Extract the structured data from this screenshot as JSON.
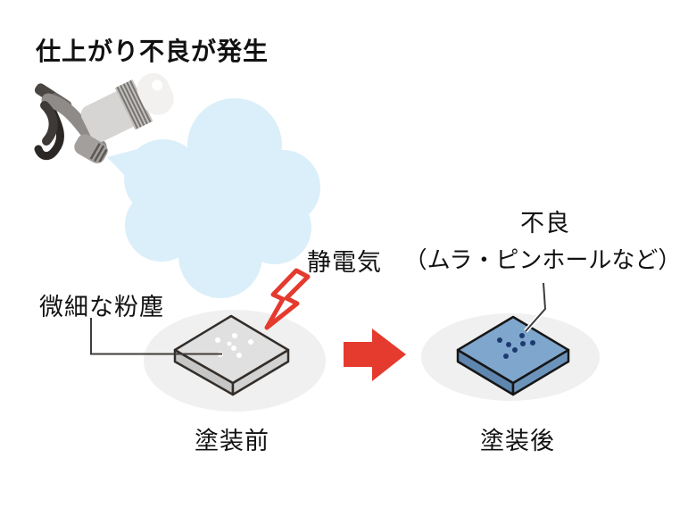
{
  "title": "仕上がり不良が発生",
  "labels": {
    "fine_dust": "微細な粉塵",
    "static_electricity": "静電気",
    "defect": "不良",
    "defect_detail": "（ムラ・ピンホールなど）",
    "before_painting": "塗装前",
    "after_painting": "塗装後"
  },
  "icons": {
    "spray_gun": "spray-gun-icon",
    "spray_cloud": "spray-cloud",
    "lightning": "lightning-bolt-icon",
    "arrow": "arrow-right-icon",
    "plate_before": "plate-before-dusty",
    "plate_after": "plate-after-defects"
  },
  "colors": {
    "text": "#111111",
    "accent_red": "#E53A2E",
    "spray_cloud": "#DAEFFA",
    "shadow_ellipse": "#F0F0F0",
    "plate_gray_top": "#E0E0E0",
    "plate_blue_top": "#7FA6CC",
    "defect_dot_navy": "#1D3A70",
    "dust_dot_white": "#FFFFFF"
  }
}
